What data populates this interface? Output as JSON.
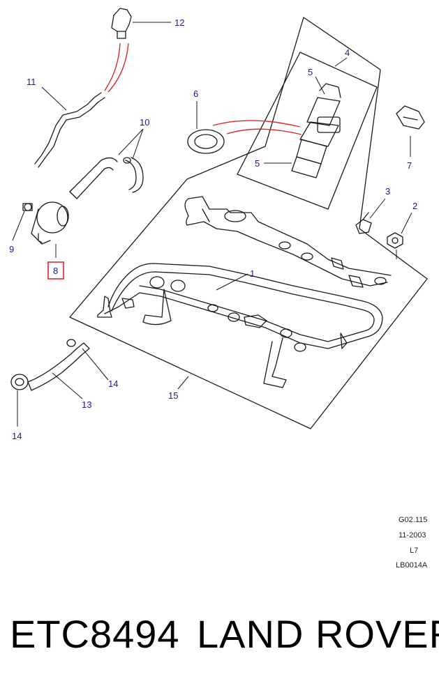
{
  "diagram": {
    "callouts": {
      "c1": "1",
      "c2": "2",
      "c3": "3",
      "c4": "4",
      "c5a": "5",
      "c5b": "5",
      "c6": "6",
      "c7": "7",
      "c8": "8",
      "c9": "9",
      "c10": "10",
      "c11": "11",
      "c12": "12",
      "c13": "13",
      "c14a": "14",
      "c14b": "14",
      "c15": "15"
    },
    "highlighted_callout": "8",
    "highlight_color": "#e0262b",
    "line_color": "#1a1a1a",
    "callout_color": "#1a1a8c",
    "reference": {
      "code": "G02.115",
      "date": "11-2003",
      "level": "L7",
      "id": "LB0014A"
    }
  },
  "footer": {
    "part_number": "ETC8494",
    "brand": "LAND ROVER"
  }
}
